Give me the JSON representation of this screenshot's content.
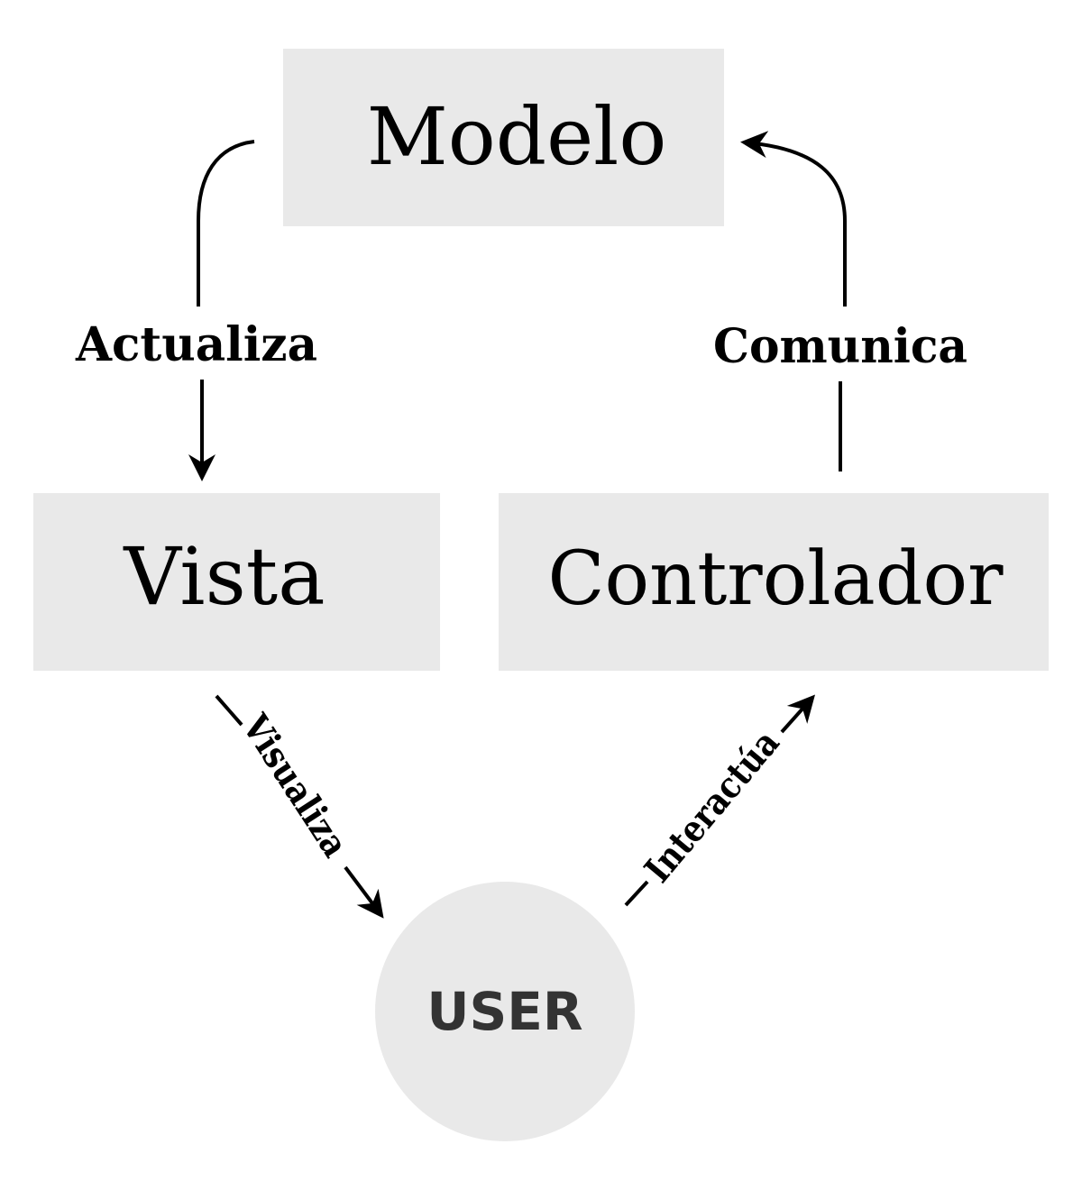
{
  "nodes": {
    "modelo": {
      "label": "Modelo"
    },
    "vista": {
      "label": "Vista"
    },
    "controlador": {
      "label": "Controlador"
    },
    "user": {
      "label": "USER"
    }
  },
  "edges": {
    "actualiza": {
      "label": "Actualiza",
      "from": "Modelo",
      "to": "Vista"
    },
    "comunica": {
      "label": "Comunica",
      "from": "Controlador",
      "to": "Modelo"
    },
    "visualiza": {
      "label": "Visualiza",
      "from": "Vista",
      "to": "USER"
    },
    "interactua": {
      "label": "Interactúa",
      "from": "USER",
      "to": "Controlador"
    }
  },
  "colors": {
    "box_fill": "#e9e9e9",
    "user_fill": "#e9e9e9",
    "line": "#000000",
    "user_text": "#333333"
  }
}
